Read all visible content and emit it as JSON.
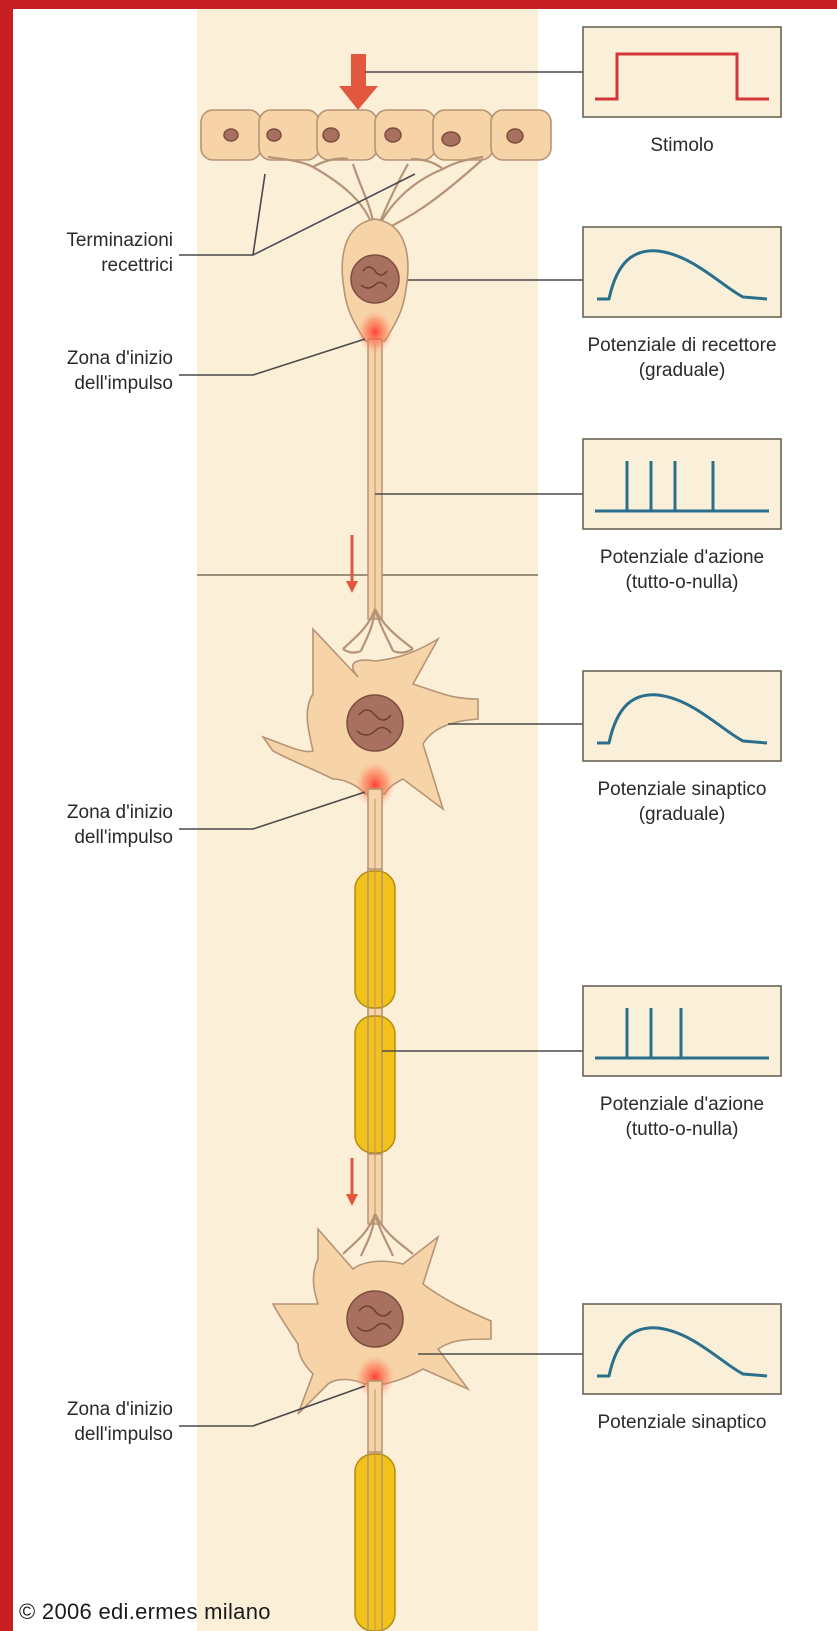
{
  "labels": {
    "terminazioni_1": "Terminazioni",
    "terminazioni_2": "recettrici",
    "zona_a_1": "Zona d'inizio",
    "zona_a_2": "dell'impulso",
    "zona_b_1": "Zona d'inizio",
    "zona_b_2": "dell'impulso",
    "zona_c_1": "Zona d'inizio",
    "zona_c_2": "dell'impulso"
  },
  "panels": [
    {
      "line1": "Stimolo",
      "line2": "",
      "trace": "stimulus"
    },
    {
      "line1": "Potenziale di recettore",
      "line2": "(graduale)",
      "trace": "graded"
    },
    {
      "line1": "Potenziale d'azione",
      "line2": "(tutto-o-nulla)",
      "trace": "spikes",
      "spikes": 4
    },
    {
      "line1": "Potenziale sinaptico",
      "line2": "(graduale)",
      "trace": "graded"
    },
    {
      "line1": "Potenziale d'azione",
      "line2": "(tutto-o-nulla)",
      "trace": "spikes",
      "spikes": 3
    },
    {
      "line1": "Potenziale sinaptico",
      "line2": "",
      "trace": "graded"
    }
  ],
  "copyright": "© 2006 edi.ermes milano",
  "colors": {
    "frame": "#c61f24",
    "band": "#fcefd8",
    "cell": "#f7d4a8",
    "nucleus": "#a8705e",
    "myelin": "#f2c21a",
    "trace": "#2a6f8c",
    "stimulus_trace": "#d2383a",
    "arrow": "#e2583e"
  }
}
